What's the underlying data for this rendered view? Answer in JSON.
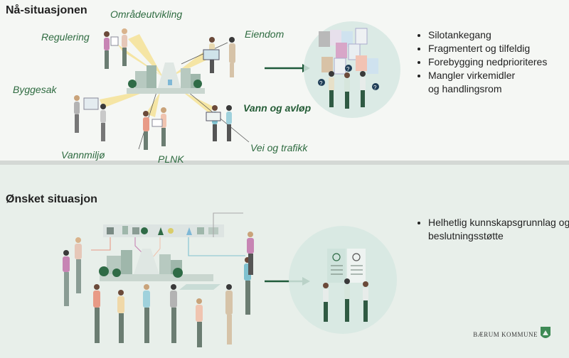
{
  "top": {
    "heading": "Nå-situasjonen",
    "labels": {
      "omradeutvikling": "Områdeutvikling",
      "regulering": "Regulering",
      "eiendom": "Eiendom",
      "byggesak": "Byggesak",
      "vann_avlop": "Vann og avløp",
      "vei_trafikk": "Vei og trafikk",
      "vannmiljo": "Vannmiljø",
      "plnk": "PLNK"
    },
    "bullets": [
      "Silotankegang",
      "Fragmentert og tilfeldig",
      "Forebygging nedprioriteres",
      "Mangler virkemidler og handlingsrom"
    ]
  },
  "bottom": {
    "heading": "Ønsket situasjon",
    "bullets": [
      "Helhetlig kunnskapsgrunnlag og beslutningsstøtte"
    ]
  },
  "brand": {
    "name": "BÆRUM KOMMUNE"
  },
  "colors": {
    "accent_green": "#2e6b40",
    "arrow": "#1f5a3a",
    "panel_top": "#f5f7f4",
    "panel_bottom": "#e8efea",
    "glow": "#f6e08a"
  }
}
